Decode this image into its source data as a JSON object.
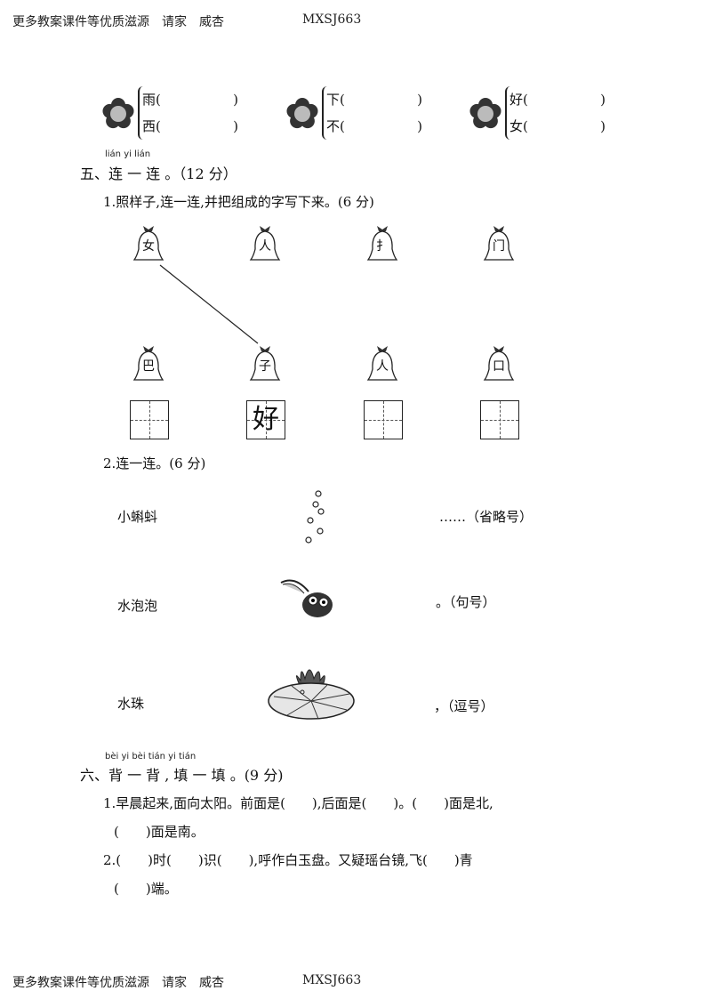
{
  "header": {
    "text": "更多教案课件等优质滋源　请家　威杏",
    "code": "MXSJ663"
  },
  "footer": {
    "text": "更多教案课件等优质滋源　请家　威杏",
    "code": "MXSJ663"
  },
  "flower_groups": [
    {
      "top": "雨(",
      "bottom": "西("
    },
    {
      "top": "下(",
      "bottom": "不("
    },
    {
      "top": "好(",
      "bottom": "女("
    }
  ],
  "section5": {
    "pinyin": "lián  yi  lián",
    "title": "五、连 一 连 。（12 分）",
    "q1": "1.照样子,连一连,并把组成的字写下来。(6 分)",
    "top_bells": [
      "女",
      "人",
      "扌",
      "门"
    ],
    "bottom_bells": [
      "巴",
      "子",
      "人",
      "口"
    ],
    "grids": [
      "",
      "好",
      "",
      ""
    ],
    "q2": "2.连一连。(6 分)",
    "left_items": [
      "小蝌蚪",
      "水泡泡",
      "水珠"
    ],
    "right_items": [
      "……（省略号）",
      "。（句号）",
      "，（逗号）"
    ]
  },
  "section6": {
    "pinyin": "bèi  yi  bèi    tián  yi  tián",
    "title": "六、背 一 背 , 填 一 填 。(9 分)",
    "lines": [
      "1.早晨起来,面向太阳。前面是(　　),后面是(　　)。(　　)面是北,",
      "(　　)面是南。",
      "2.(　　)时(　　)识(　　),呼作白玉盘。又疑瑶台镜,飞(　　)青",
      "(　　)端。"
    ]
  }
}
